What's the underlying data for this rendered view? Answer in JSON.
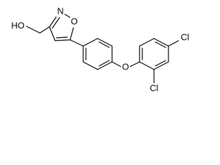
{
  "structure": {
    "atoms": {
      "hydroxyl": "HO",
      "ring_nitrogen": "N",
      "ring_oxygen": "O",
      "ether_oxygen": "O",
      "chlorine_para": "Cl",
      "chlorine_ortho": "Cl"
    }
  }
}
